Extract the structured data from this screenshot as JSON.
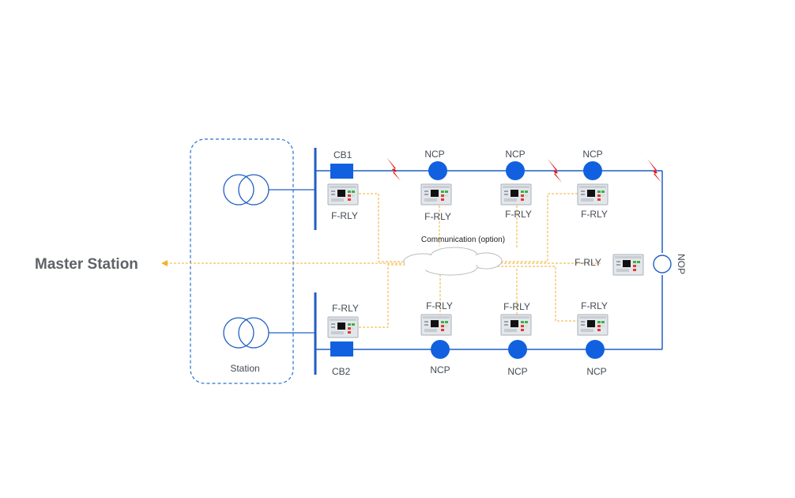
{
  "master_station": "Master Station",
  "station": "Station",
  "communication": "Communication (option)",
  "nop": "NOP",
  "breakers": {
    "cb1": "CB1",
    "cb2": "CB2"
  },
  "top_ncp": [
    "NCP",
    "NCP",
    "NCP"
  ],
  "bottom_ncp": [
    "NCP",
    "NCP",
    "NCP"
  ],
  "top_relays": [
    "F-RLY",
    "F-RLY",
    "F-RLY",
    "F-RLY"
  ],
  "bottom_relays": [
    "F-RLY",
    "F-RLY",
    "F-RLY",
    "F-RLY"
  ],
  "nop_relay": "F-RLY",
  "colors": {
    "line": "#1f5fc4",
    "node": "#1160e0",
    "comm": "#f2b230",
    "fault": "#e31b1b",
    "frame": "#2a6fd1"
  }
}
